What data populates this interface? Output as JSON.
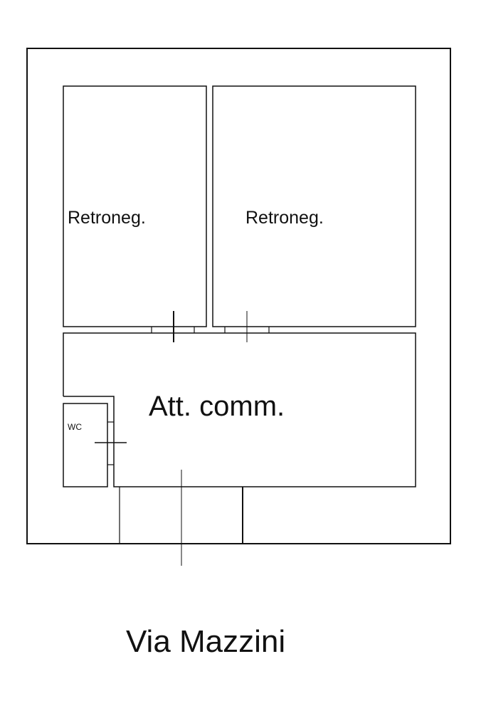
{
  "plan": {
    "room_left_label": "Retroneg.",
    "room_right_label": "Retroneg.",
    "main_room_label": "Att. comm.",
    "wc_label": "WC",
    "street_label": "Via Mazzini"
  },
  "colors": {
    "line": "#111111",
    "background": "#ffffff"
  }
}
